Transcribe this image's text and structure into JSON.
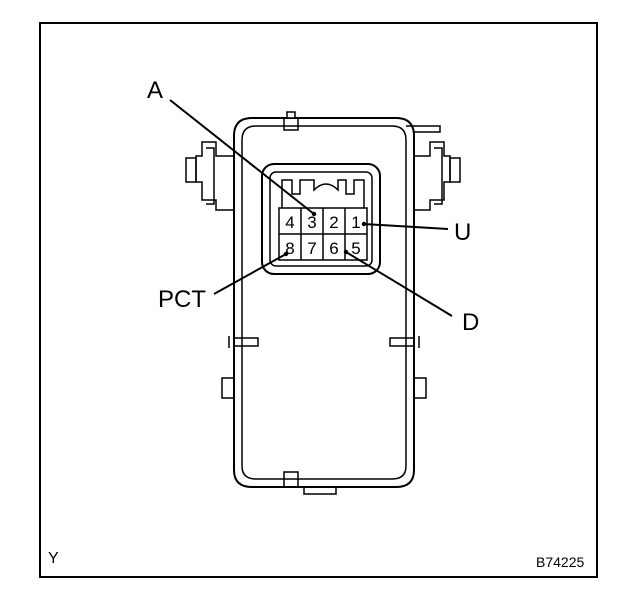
{
  "labels": {
    "A": "A",
    "U": "U",
    "PCT": "PCT",
    "D": "D"
  },
  "pins": {
    "p1": "1",
    "p2": "2",
    "p3": "3",
    "p4": "4",
    "p5": "5",
    "p6": "6",
    "p7": "7",
    "p8": "8"
  },
  "footer": {
    "left": "Y",
    "right": "B74225"
  },
  "colors": {
    "line": "#000000",
    "background": "#ffffff"
  }
}
